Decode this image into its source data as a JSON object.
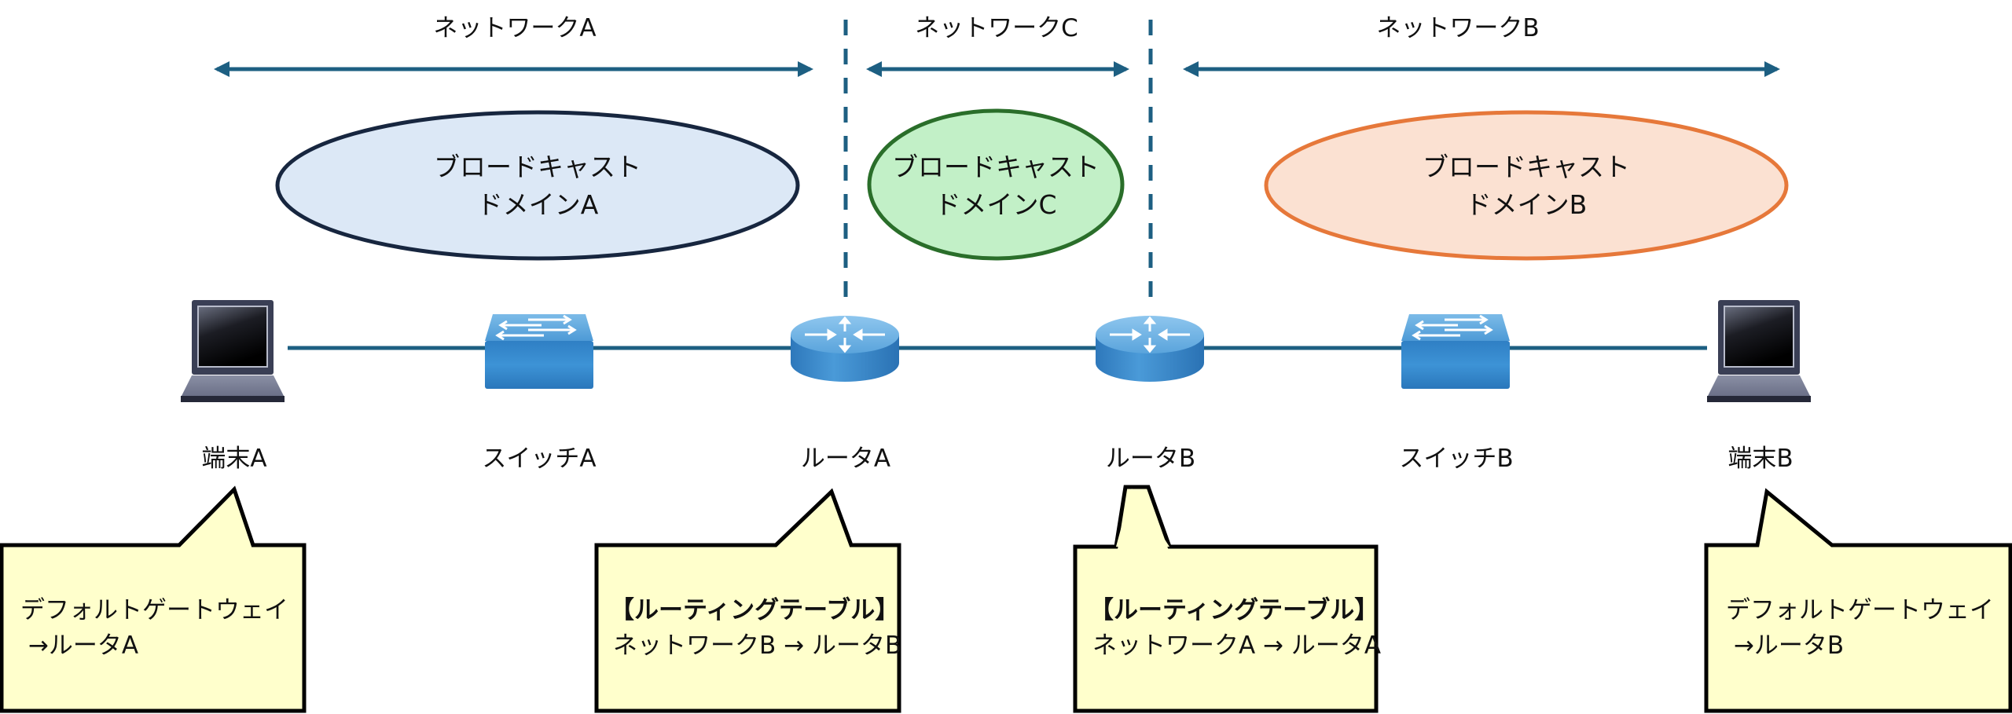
{
  "colors": {
    "link": "#1d5f82",
    "domain_a_fill": "#dce8f6",
    "domain_a_stroke": "#17263f",
    "domain_b_fill": "#fbe1d2",
    "domain_b_stroke": "#e6783a",
    "domain_c_fill": "#c2f0c7",
    "domain_c_stroke": "#2a6e2a",
    "callout_fill": "#ffffcc",
    "callout_stroke": "#000000"
  },
  "networks": [
    {
      "id": "a",
      "label": "ネットワークA"
    },
    {
      "id": "c",
      "label": "ネットワークC"
    },
    {
      "id": "b",
      "label": "ネットワークB"
    }
  ],
  "domains": [
    {
      "id": "a",
      "line1": "ブロードキャスト",
      "line2": "ドメインA"
    },
    {
      "id": "c",
      "line1": "ブロードキャスト",
      "line2": "ドメインC"
    },
    {
      "id": "b",
      "line1": "ブロードキャスト",
      "line2": "ドメインB"
    }
  ],
  "devices": [
    {
      "id": "terminal-a",
      "type": "laptop",
      "label": "端末A"
    },
    {
      "id": "switch-a",
      "type": "switch",
      "label": "スイッチA"
    },
    {
      "id": "router-a",
      "type": "router",
      "label": "ルータA"
    },
    {
      "id": "router-b",
      "type": "router",
      "label": "ルータB"
    },
    {
      "id": "switch-b",
      "type": "switch",
      "label": "スイッチB"
    },
    {
      "id": "terminal-b",
      "type": "laptop",
      "label": "端末B"
    }
  ],
  "callouts": [
    {
      "for": "terminal-a",
      "line1": "デフォルトゲートウェイ",
      "line2": " →ルータA",
      "bold_first": false
    },
    {
      "for": "router-a",
      "line1": "【ルーティングテーブル】",
      "line2": "ネットワークB → ルータB",
      "bold_first": true
    },
    {
      "for": "router-b",
      "line1": "【ルーティングテーブル】",
      "line2": "ネットワークA → ルータA",
      "bold_first": true
    },
    {
      "for": "terminal-b",
      "line1": "デフォルトゲートウェイ",
      "line2": " →ルータB",
      "bold_first": false
    }
  ]
}
